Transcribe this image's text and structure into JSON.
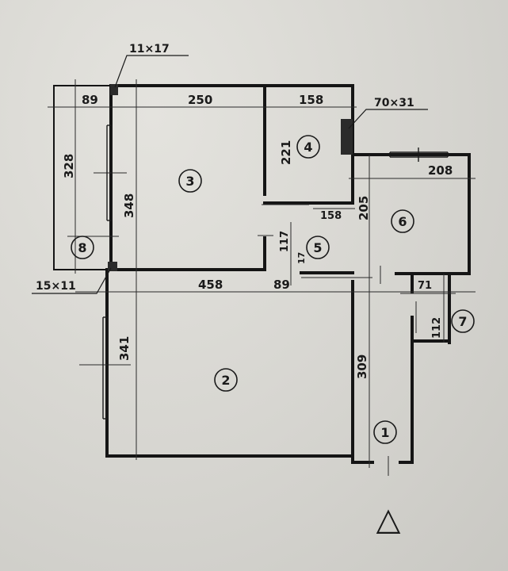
{
  "dimensions": {
    "d_89": "89",
    "d_250": "250",
    "d_158_top": "158",
    "d_328": "328",
    "d_348": "348",
    "d_221": "221",
    "d_208": "208",
    "d_205": "205",
    "d_158_mid": "158",
    "d_117": "117",
    "d_17": "17",
    "d_458": "458",
    "d_89_mid": "89",
    "d_71": "71",
    "d_112": "112",
    "d_341": "341",
    "d_309": "309"
  },
  "callouts": {
    "c_11x17": "11×17",
    "c_70x31": "70×31",
    "c_15x11": "15×11"
  },
  "rooms": {
    "r1": "1",
    "r2": "2",
    "r3": "3",
    "r4": "4",
    "r5": "5",
    "r6": "6",
    "r7": "7",
    "r8": "8"
  },
  "north_marker": "△"
}
